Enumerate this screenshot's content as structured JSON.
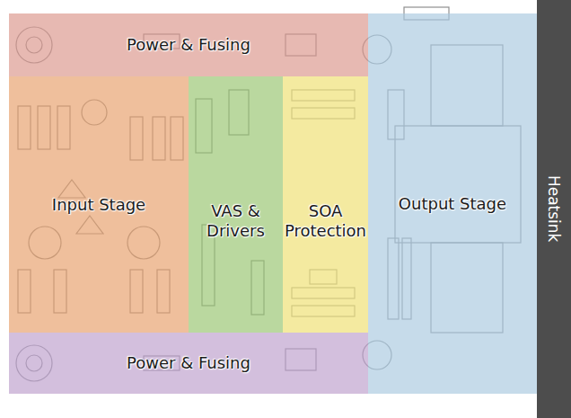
{
  "diagram": {
    "nodes": [
      {
        "text": [
          "Power & Fusing"
        ]
      },
      {
        "text": [
          "Input Stage"
        ]
      },
      {
        "text": [
          "VAS & Drivers"
        ]
      },
      {
        "text": [
          "SOA Protection"
        ]
      },
      {
        "text": [
          "Output Stage"
        ]
      },
      {
        "text": [
          "Power & Fusing"
        ]
      },
      {
        "text": [
          "Heatsink"
        ]
      }
    ]
  }
}
